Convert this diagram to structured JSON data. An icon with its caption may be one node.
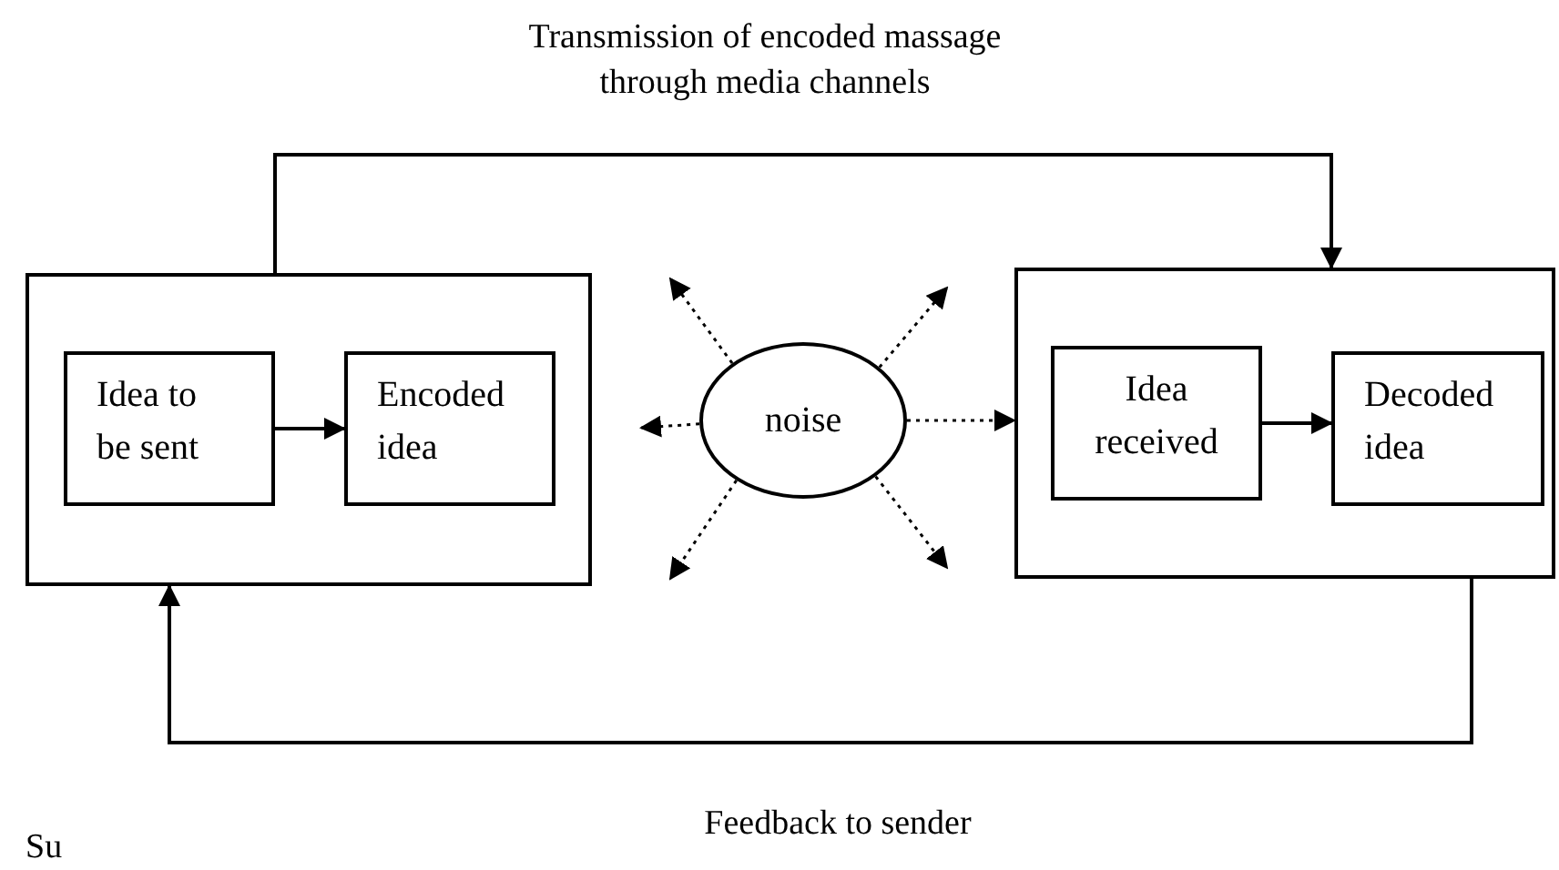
{
  "diagram": {
    "nodes": [
      {
        "text": [],
        "shape": "box"
      },
      {
        "text": [
          "Idea to be sent"
        ],
        "in": 0
      },
      {
        "text": [
          "Encoded idea"
        ],
        "in": 0
      },
      {
        "text": [
          "noise"
        ]
      },
      {
        "text": [],
        "shape": "box"
      },
      {
        "text": [
          "Idea received"
        ],
        "in": 4
      },
      {
        "text": [
          "Decoded idea"
        ],
        "in": 4
      }
    ],
    "edges": [
      {
        "from": 1,
        "to": 2,
        "arrow": "to"
      },
      {
        "from": 5,
        "to": 6,
        "arrow": "to"
      },
      {
        "from": 0,
        "to": 4,
        "arrow": "to",
        "label": "Transmission of encoded massage through media channels"
      },
      {
        "from": 4,
        "to": 0,
        "arrow": "to",
        "label": "Feedback to sender"
      },
      {
        "from": 3,
        "to": null,
        "arrow": "to",
        "style": "dashed"
      },
      {
        "from": 3,
        "to": null,
        "arrow": "to",
        "style": "dashed"
      },
      {
        "from": 3,
        "to": null,
        "arrow": "to",
        "style": "dashed"
      },
      {
        "from": 3,
        "to": 4,
        "arrow": "to",
        "style": "dashed"
      },
      {
        "from": 3,
        "to": null,
        "arrow": "to",
        "style": "dashed"
      },
      {
        "from": 3,
        "to": null,
        "arrow": "to",
        "style": "dashed"
      }
    ],
    "labels": [
      "Su"
    ]
  }
}
